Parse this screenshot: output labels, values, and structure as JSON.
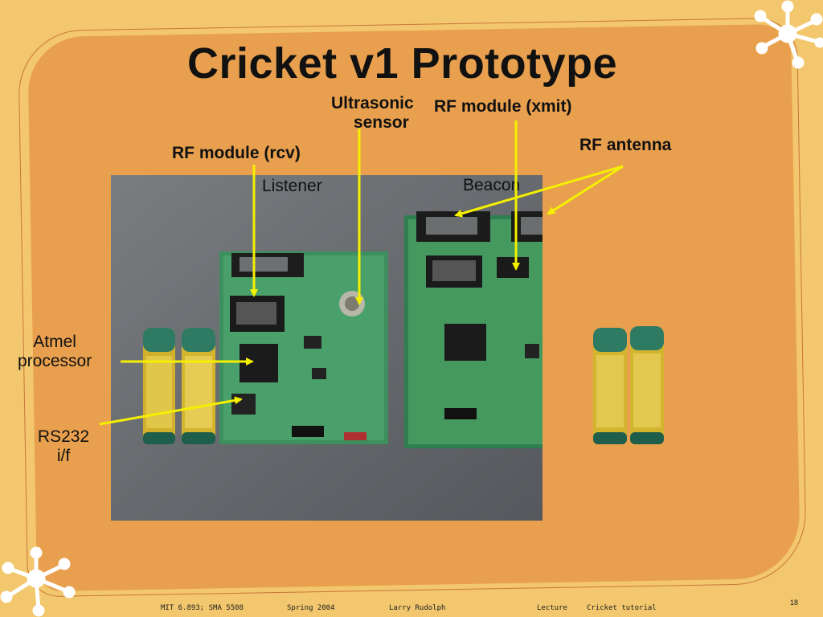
{
  "slide": {
    "title": "Cricket v1 Prototype",
    "labels": {
      "ultrasonic_sensor_line1": "Ultrasonic",
      "ultrasonic_sensor_line2": "sensor",
      "rf_module_xmit": "RF module (xmit)",
      "rf_antenna": "RF antenna",
      "rf_module_rcv": "RF module (rcv)",
      "listener": "Listener",
      "beacon": "Beacon",
      "atmel_line1": "Atmel",
      "atmel_line2": "processor",
      "rs232_line1": "RS232",
      "rs232_line2": "i/f"
    },
    "arrow_color": "#f5f000"
  },
  "footer": {
    "course": "MIT 6.893; SMA 5508",
    "term": "Spring 2004",
    "author": "Larry Rudolph",
    "type": "Lecture",
    "topic": "Cricket tutorial",
    "page": "18"
  }
}
